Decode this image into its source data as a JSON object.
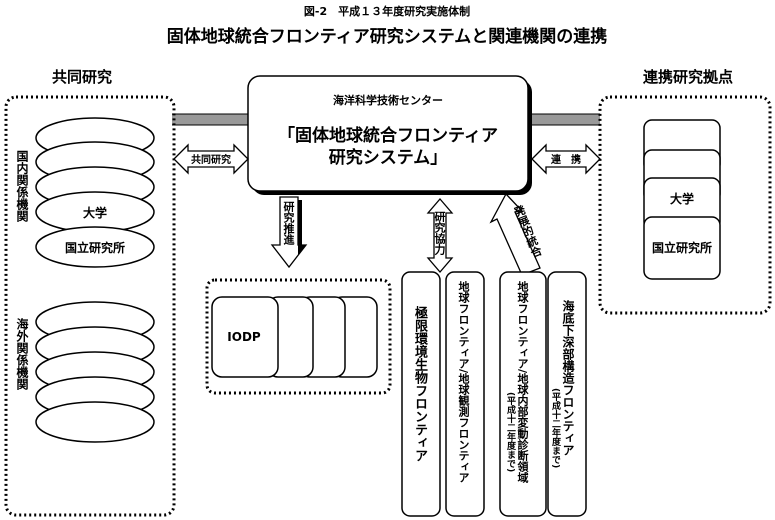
{
  "header": {
    "figure_label": "図-2　平成１３年度研究実施体制",
    "title": "固体地球統合フロンティア研究システムと関連機関の連携"
  },
  "left_panel": {
    "heading": "共同研究",
    "domestic_label": "国内関係機関",
    "domestic_items": [
      "大学",
      "国立研究所"
    ],
    "overseas_label": "海外関係機関"
  },
  "center": {
    "org": "海洋科学技術センター",
    "system_line1": "「固体地球統合フロンティア",
    "system_line2": "研究システム」"
  },
  "right_panel": {
    "heading": "連携研究拠点",
    "items": [
      "大学",
      "国立研究所"
    ]
  },
  "arrows": {
    "joint_research": "共同研究",
    "cooperation": "連　携",
    "research_promotion": "研究推進",
    "research_collaboration": "研究協力",
    "development_integration": "発展的統合"
  },
  "iodp": {
    "label": "IODP"
  },
  "frontiers": [
    {
      "label": "極限環境生物フロンティア",
      "note": ""
    },
    {
      "label": "地球フロンティア/地球観測フロンティア",
      "note": ""
    },
    {
      "label": "地球フロンティア/地球内部変動診断領域",
      "note": "(平成十二年度まで)"
    },
    {
      "label": "海底下深部構造フロンティア",
      "note": "(平成十二年度まで)"
    }
  ]
}
